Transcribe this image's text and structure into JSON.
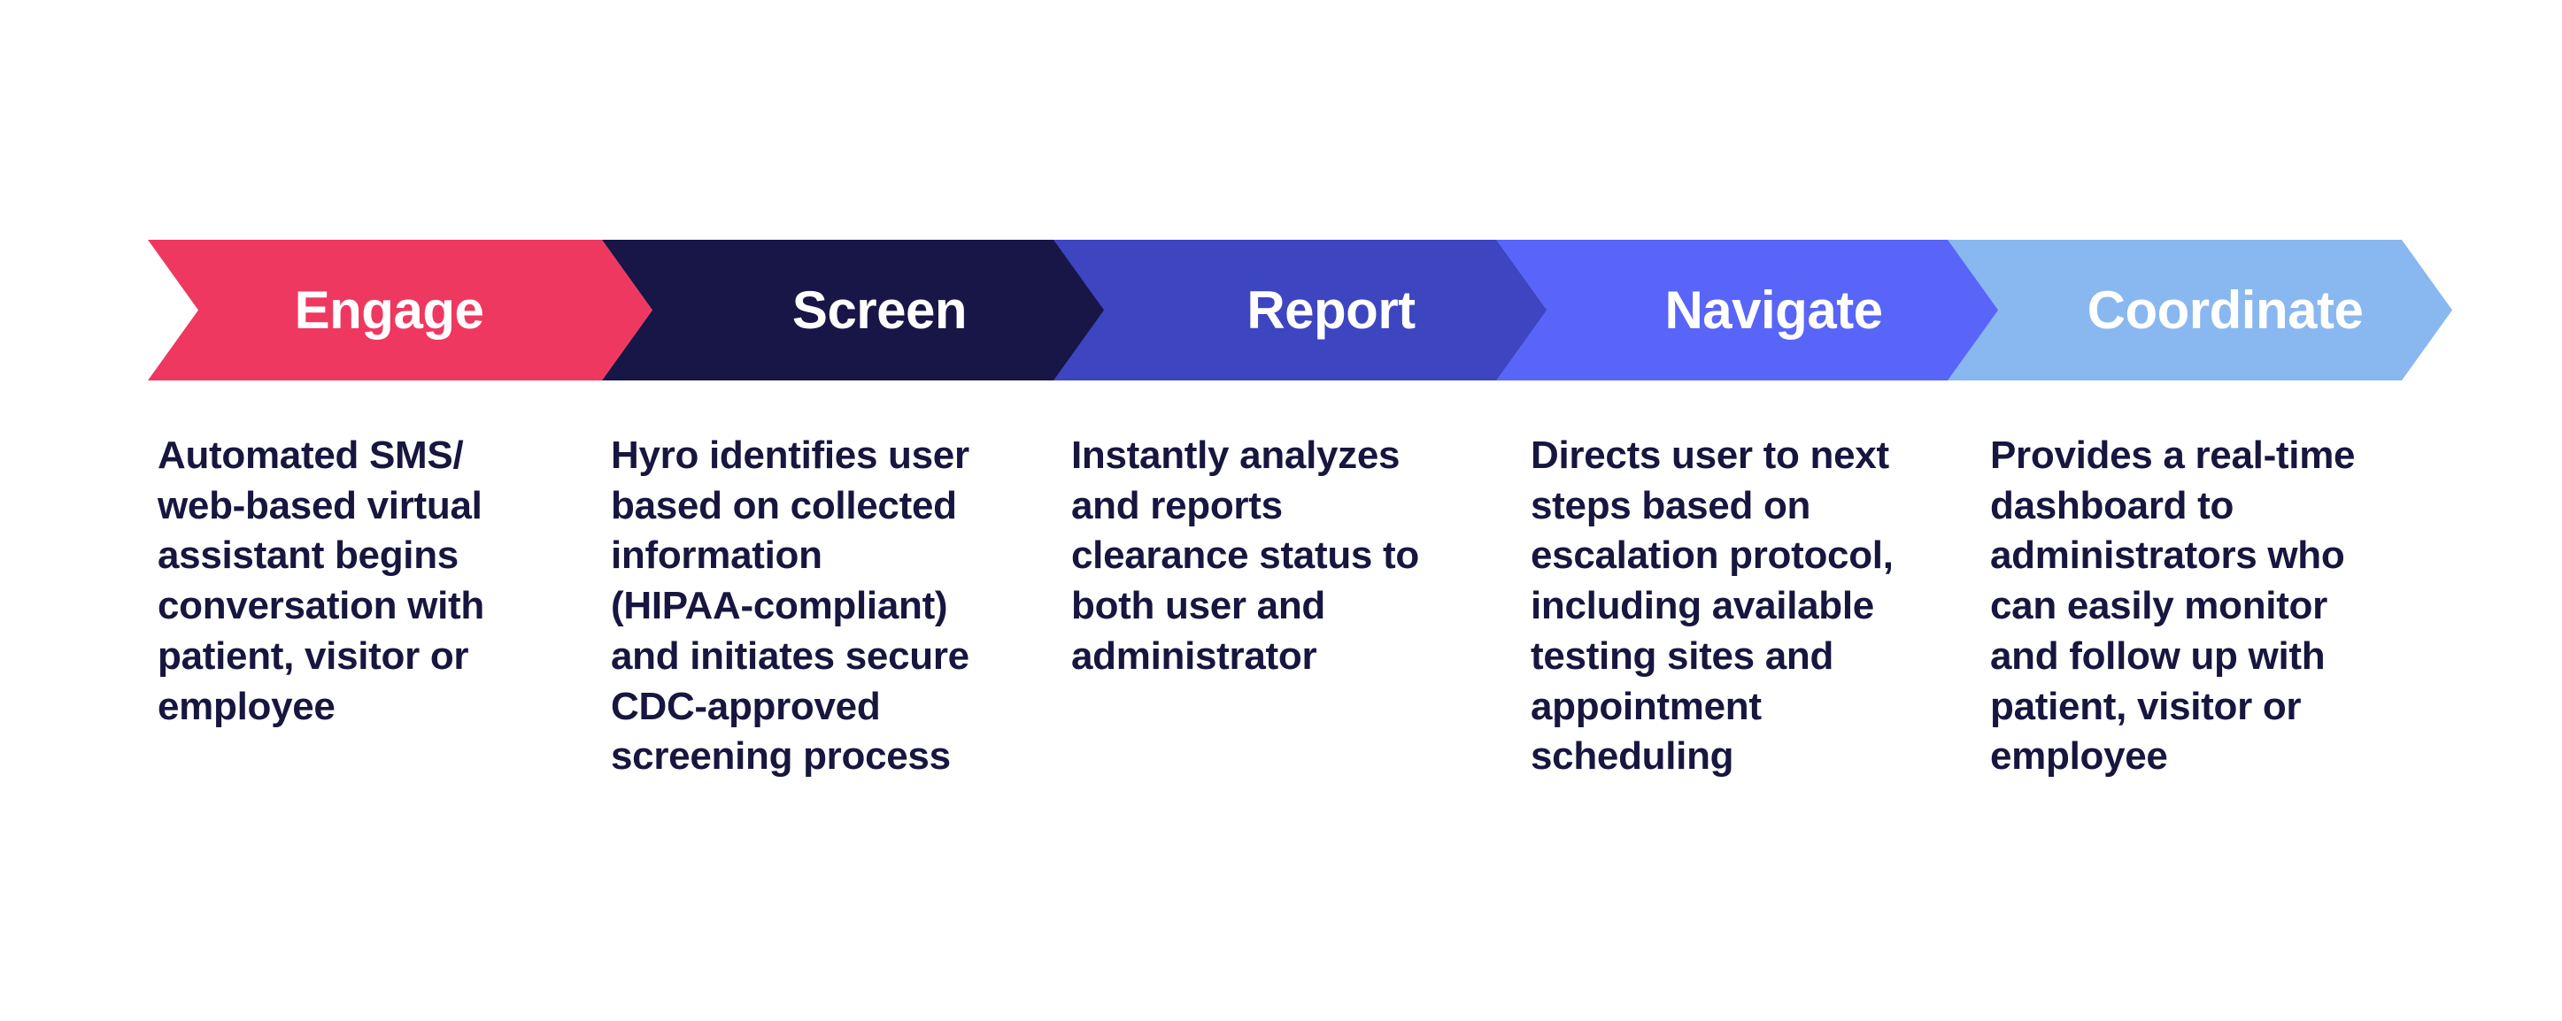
{
  "steps": [
    {
      "title": "Engage",
      "color": "#ef385f",
      "shape": "start",
      "lines": [
        "Automated SMS/",
        "web-based virtual",
        "assistant begins",
        "conversation with",
        "patient, visitor or",
        "employee"
      ]
    },
    {
      "title": "Screen",
      "color": "#171647",
      "shape": "middle",
      "lines": [
        "Hyro identifies user",
        "based on collected",
        "information",
        "(HIPAA-compliant)",
        "and initiates secure",
        "CDC-approved",
        "screening process"
      ]
    },
    {
      "title": "Report",
      "color": "#3d45c0",
      "shape": "middle",
      "lines": [
        "Instantly analyzes",
        "and reports",
        "clearance status to",
        "both user and",
        "administrator"
      ]
    },
    {
      "title": "Navigate",
      "color": "#5865f8",
      "shape": "middle",
      "lines": [
        "Directs user to next",
        "steps based on",
        "escalation protocol,",
        "including available",
        "testing sites and",
        "appointment",
        "scheduling"
      ]
    },
    {
      "title": "Coordinate",
      "color": "#89b7f0",
      "shape": "middle",
      "lines": [
        "Provides a real-time",
        "dashboard to",
        "administrators who",
        "can easily monitor",
        "and follow up with",
        "patient, visitor or",
        "employee"
      ]
    }
  ]
}
